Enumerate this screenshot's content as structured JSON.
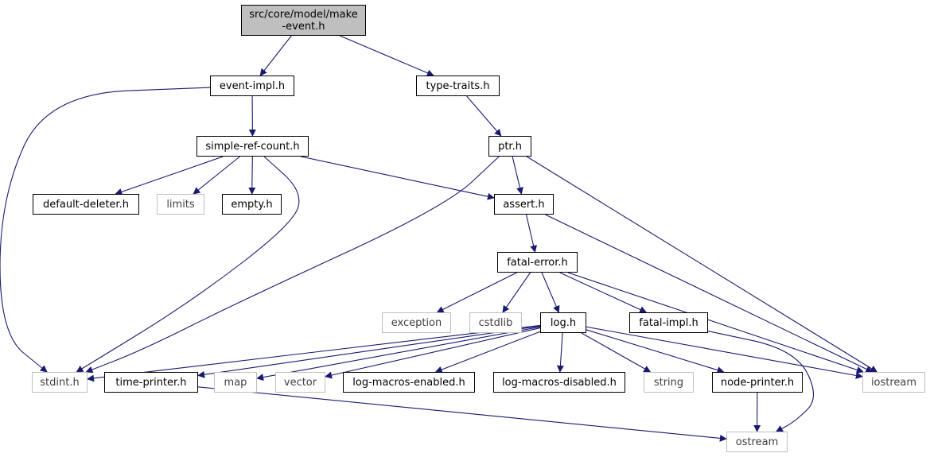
{
  "colors": {
    "edge": "#191970",
    "local_border": "#000000",
    "system_border": "#bfbfbf",
    "root_fill": "#bfbfbf"
  },
  "nodes": {
    "root": {
      "line1": "src/core/model/make",
      "line2": "-event.h",
      "kind": "root"
    },
    "event_impl": {
      "label": "event-impl.h",
      "kind": "local"
    },
    "type_traits": {
      "label": "type-traits.h",
      "kind": "local"
    },
    "simple_ref_count": {
      "label": "simple-ref-count.h",
      "kind": "local"
    },
    "ptr": {
      "label": "ptr.h",
      "kind": "local"
    },
    "default_deleter": {
      "label": "default-deleter.h",
      "kind": "local"
    },
    "limits": {
      "label": "limits",
      "kind": "system"
    },
    "empty": {
      "label": "empty.h",
      "kind": "local"
    },
    "assert": {
      "label": "assert.h",
      "kind": "local"
    },
    "fatal_error": {
      "label": "fatal-error.h",
      "kind": "local"
    },
    "exception": {
      "label": "exception",
      "kind": "system"
    },
    "cstdlib": {
      "label": "cstdlib",
      "kind": "system"
    },
    "log": {
      "label": "log.h",
      "kind": "local"
    },
    "fatal_impl": {
      "label": "fatal-impl.h",
      "kind": "local"
    },
    "stdint": {
      "label": "stdint.h",
      "kind": "system"
    },
    "time_printer": {
      "label": "time-printer.h",
      "kind": "local"
    },
    "map": {
      "label": "map",
      "kind": "system"
    },
    "vector": {
      "label": "vector",
      "kind": "system"
    },
    "log_macros_enabled": {
      "label": "log-macros-enabled.h",
      "kind": "local"
    },
    "log_macros_disabled": {
      "label": "log-macros-disabled.h",
      "kind": "local"
    },
    "string": {
      "label": "string",
      "kind": "system"
    },
    "node_printer": {
      "label": "node-printer.h",
      "kind": "local"
    },
    "iostream": {
      "label": "iostream",
      "kind": "system"
    },
    "ostream": {
      "label": "ostream",
      "kind": "system"
    }
  },
  "edges": [
    [
      "root",
      "event_impl"
    ],
    [
      "root",
      "type_traits"
    ],
    [
      "event_impl",
      "simple_ref_count"
    ],
    [
      "event_impl",
      "stdint"
    ],
    [
      "type_traits",
      "ptr"
    ],
    [
      "simple_ref_count",
      "default_deleter"
    ],
    [
      "simple_ref_count",
      "limits"
    ],
    [
      "simple_ref_count",
      "empty"
    ],
    [
      "simple_ref_count",
      "assert"
    ],
    [
      "simple_ref_count",
      "stdint"
    ],
    [
      "ptr",
      "assert"
    ],
    [
      "ptr",
      "stdint"
    ],
    [
      "ptr",
      "iostream"
    ],
    [
      "assert",
      "fatal_error"
    ],
    [
      "assert",
      "iostream"
    ],
    [
      "fatal_error",
      "exception"
    ],
    [
      "fatal_error",
      "cstdlib"
    ],
    [
      "fatal_error",
      "log"
    ],
    [
      "fatal_error",
      "fatal_impl"
    ],
    [
      "fatal_error",
      "iostream"
    ],
    [
      "fatal_impl",
      "ostream"
    ],
    [
      "log",
      "stdint"
    ],
    [
      "log",
      "time_printer"
    ],
    [
      "log",
      "map"
    ],
    [
      "log",
      "vector"
    ],
    [
      "log",
      "log_macros_enabled"
    ],
    [
      "log",
      "log_macros_disabled"
    ],
    [
      "log",
      "string"
    ],
    [
      "log",
      "node_printer"
    ],
    [
      "log",
      "iostream"
    ],
    [
      "time_printer",
      "ostream"
    ],
    [
      "node_printer",
      "ostream"
    ]
  ]
}
